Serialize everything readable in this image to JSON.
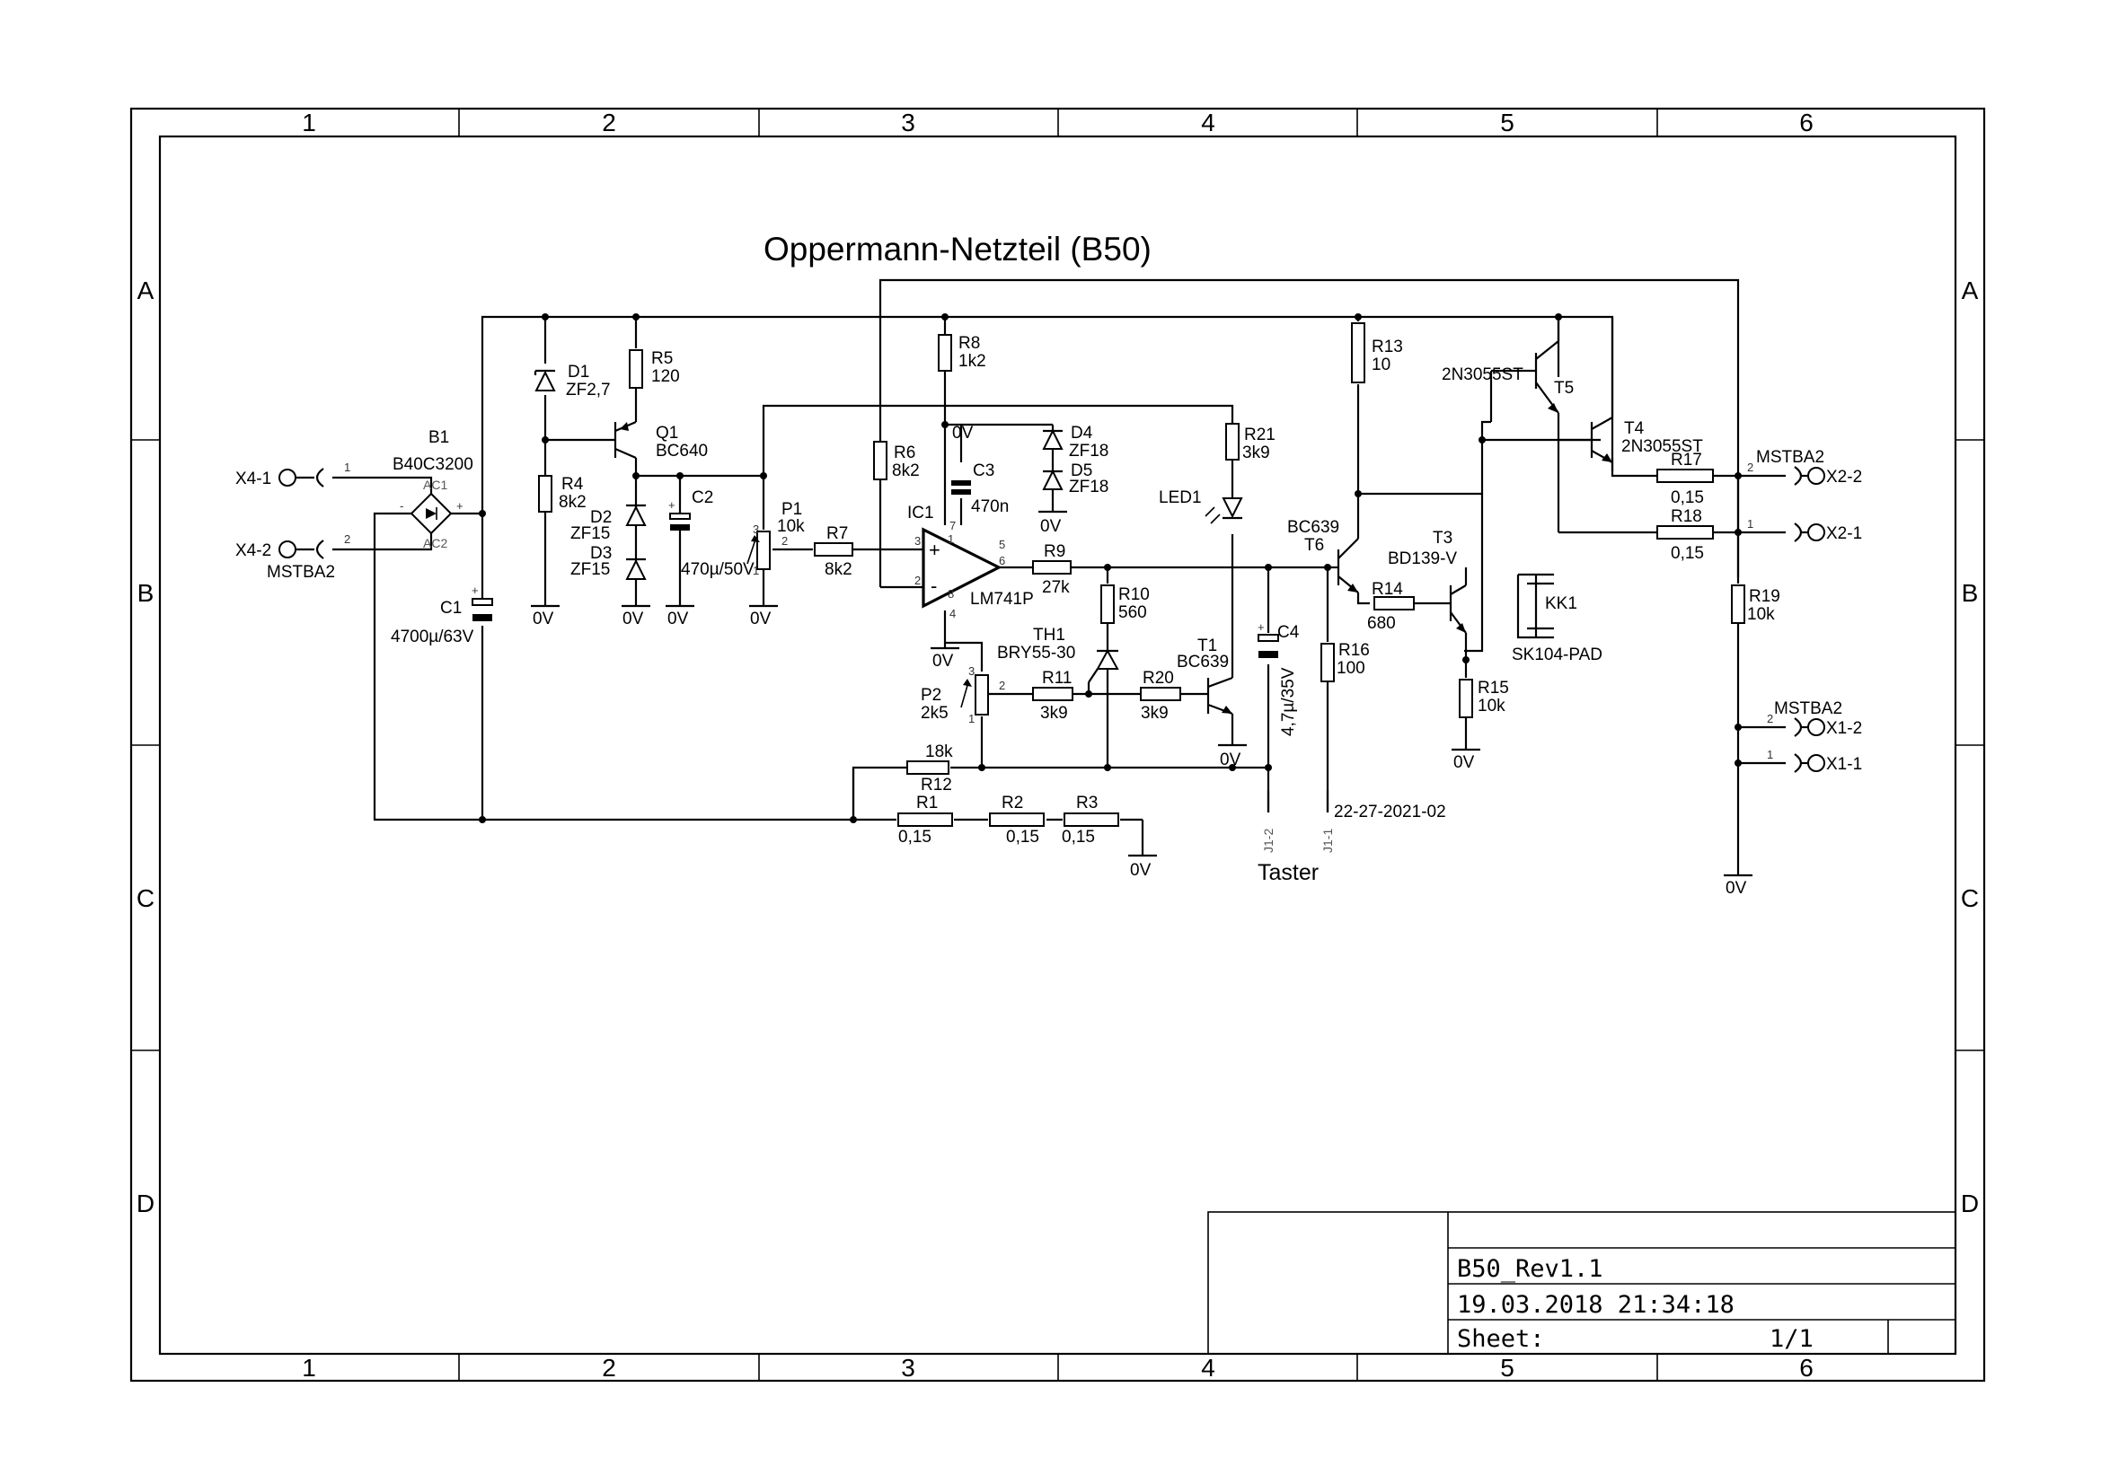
{
  "title": "Oppermann-Netzteil  (B50)",
  "frame": {
    "columns": [
      "1",
      "2",
      "3",
      "4",
      "5",
      "6"
    ],
    "rows": [
      "A",
      "B",
      "C",
      "D"
    ]
  },
  "title_block": {
    "name": "B50_Rev1.1",
    "date": "19.03.2018  21:34:18",
    "sheet_label": "Sheet:",
    "sheet_value": "1/1"
  },
  "ground_label": "0V",
  "components": {
    "B1": {
      "ref": "B1",
      "value": "B40C3200"
    },
    "C1": {
      "ref": "C1",
      "value": "4700µ/63V"
    },
    "D1": {
      "ref": "D1",
      "value": "ZF2,7"
    },
    "R4": {
      "ref": "R4",
      "value": "8k2"
    },
    "R5": {
      "ref": "R5",
      "value": "120"
    },
    "Q1": {
      "ref": "Q1",
      "value": "BC640"
    },
    "D2": {
      "ref": "D2",
      "value": "ZF15"
    },
    "D3": {
      "ref": "D3",
      "value": "ZF15"
    },
    "C2": {
      "ref": "C2",
      "value": "470µ/50V"
    },
    "P1": {
      "ref": "P1",
      "value": "10k"
    },
    "R7": {
      "ref": "R7",
      "value": "8k2"
    },
    "R6": {
      "ref": "R6",
      "value": "8k2"
    },
    "R8": {
      "ref": "R8",
      "value": "1k2"
    },
    "C3": {
      "ref": "C3",
      "value": "470n"
    },
    "IC1": {
      "ref": "IC1",
      "value": "LM741P"
    },
    "D4": {
      "ref": "D4",
      "value": "ZF18"
    },
    "D5": {
      "ref": "D5",
      "value": "ZF18"
    },
    "R9": {
      "ref": "R9",
      "value": "27k"
    },
    "R10": {
      "ref": "R10",
      "value": "560"
    },
    "TH1": {
      "ref": "TH1",
      "value": "BRY55-30"
    },
    "R11": {
      "ref": "R11",
      "value": "3k9"
    },
    "R20": {
      "ref": "R20",
      "value": "3k9"
    },
    "T1": {
      "ref": "T1",
      "value": "BC639"
    },
    "P2": {
      "ref": "P2",
      "value": "2k5"
    },
    "R21": {
      "ref": "R21",
      "value": "3k9"
    },
    "LED1": {
      "ref": "LED1",
      "value": ""
    },
    "C4": {
      "ref": "C4",
      "value": "4,7µ/35V"
    },
    "R12": {
      "ref": "R12",
      "value": "18k"
    },
    "R1": {
      "ref": "R1",
      "value": "0,15"
    },
    "R2": {
      "ref": "R2",
      "value": "0,15"
    },
    "R3": {
      "ref": "R3",
      "value": "0,15"
    },
    "R13": {
      "ref": "R13",
      "value": "10"
    },
    "T6": {
      "ref": "T6",
      "value": "BC639"
    },
    "R14": {
      "ref": "R14",
      "value": "680"
    },
    "T3": {
      "ref": "T3",
      "value": "BD139-V"
    },
    "R15": {
      "ref": "R15",
      "value": "10k"
    },
    "R16": {
      "ref": "R16",
      "value": "100"
    },
    "T5": {
      "ref": "T5",
      "value": "2N3055ST"
    },
    "T4": {
      "ref": "T4",
      "value": "2N3055ST"
    },
    "R17": {
      "ref": "R17",
      "value": "0,15"
    },
    "R18": {
      "ref": "R18",
      "value": "0,15"
    },
    "R19": {
      "ref": "R19",
      "value": "10k"
    },
    "KK1": {
      "ref": "KK1",
      "value": "SK104-PAD"
    }
  },
  "connectors": {
    "x4_1": "X4-1",
    "x4_2": "X4-2",
    "x4_type": "MSTBA2",
    "x2_type": "MSTBA2",
    "x2_2": "X2-2",
    "x2_1": "X2-1",
    "x1_type": "MSTBA2",
    "x1_2": "X1-2",
    "x1_1": "X1-1",
    "j1_2": "J1-2",
    "j1_1": "J1-1",
    "j1_part": "22-27-2021-02",
    "j1_name": "Taster"
  }
}
